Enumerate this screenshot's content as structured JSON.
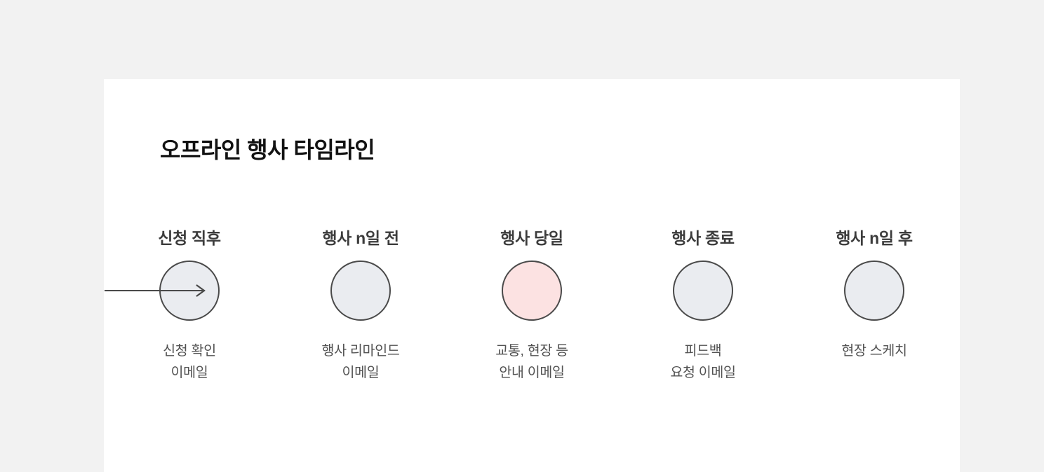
{
  "title": "오프라인 행사 타임라인",
  "colors": {
    "page_background": "#f2f2f2",
    "card_background": "#ffffff",
    "title_text": "#121212",
    "label_text": "#3c3c3c",
    "description_text": "#525252",
    "node_fill": "#eaecf0",
    "node_fill_highlight": "#fce2e2",
    "node_border": "#4a4a4a",
    "arrow": "#4a4a4a"
  },
  "timeline": {
    "steps": [
      {
        "label": "신청 직후",
        "description": "신청 확인\n이메일",
        "circle_fill": "#eaecf0",
        "highlighted": false
      },
      {
        "label": "행사 n일 전",
        "description": "행사 리마인드\n이메일",
        "circle_fill": "#eaecf0",
        "highlighted": false
      },
      {
        "label": "행사 당일",
        "description": "교통, 현장 등\n안내 이메일",
        "circle_fill": "#fce2e2",
        "highlighted": true
      },
      {
        "label": "행사 종료",
        "description": "피드백\n요청 이메일",
        "circle_fill": "#eaecf0",
        "highlighted": false
      },
      {
        "label": "행사 n일 후",
        "description": "현장 스케치",
        "circle_fill": "#eaecf0",
        "highlighted": false
      }
    ]
  }
}
